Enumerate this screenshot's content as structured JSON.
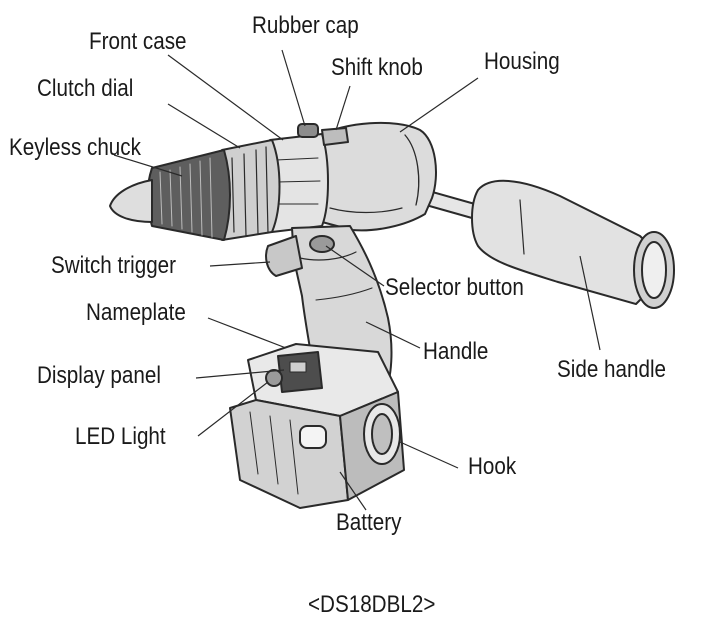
{
  "labels": {
    "rubber_cap": "Rubber cap",
    "front_case": "Front case",
    "shift_knob": "Shift knob",
    "housing": "Housing",
    "clutch_dial": "Clutch dial",
    "keyless_chuck": "Keyless chuck",
    "switch_trigger": "Switch trigger",
    "selector_button": "Selector button",
    "nameplate": "Nameplate",
    "handle": "Handle",
    "side_handle": "Side handle",
    "display_panel": "Display panel",
    "led_light": "LED Light",
    "hook": "Hook",
    "battery": "Battery"
  },
  "model": "<DS18DBL2>",
  "colors": {
    "line": "#2a2a2a",
    "body_fill": "#dcdcdc",
    "dark_fill": "#8c8c8c",
    "light_fill": "#f2f2f2"
  }
}
